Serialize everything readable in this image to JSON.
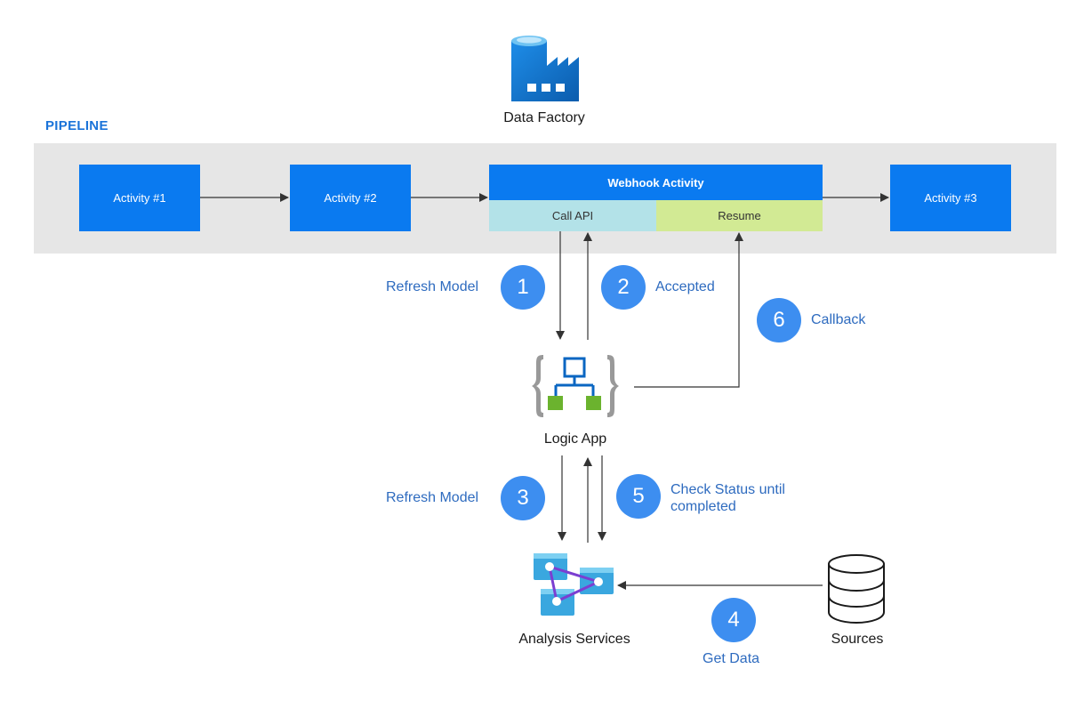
{
  "data_factory": {
    "label": "Data Factory"
  },
  "pipeline": {
    "title": "PIPELINE",
    "activities": {
      "a1": "Activity #1",
      "a2": "Activity #2",
      "a3": "Activity #3"
    },
    "webhook": {
      "title": "Webhook Activity",
      "call_api": "Call API",
      "resume": "Resume"
    }
  },
  "nodes": {
    "logic_app": "Logic App",
    "analysis_services": "Analysis Services",
    "sources": "Sources"
  },
  "steps": [
    {
      "number": "1",
      "label": "Refresh Model"
    },
    {
      "number": "2",
      "label": "Accepted"
    },
    {
      "number": "3",
      "label": "Refresh Model"
    },
    {
      "number": "4",
      "label": "Get Data"
    },
    {
      "number": "5",
      "label": "Check Status until completed"
    },
    {
      "number": "6",
      "label": "Callback"
    }
  ],
  "colors": {
    "activity_blue": "#0a7af0",
    "call_api_bg": "#b3e2e8",
    "resume_bg": "#d2ea94",
    "badge_blue": "#3d8ef0",
    "step_text": "#2e6bbf",
    "pipeline_band": "#e6e6e6"
  }
}
